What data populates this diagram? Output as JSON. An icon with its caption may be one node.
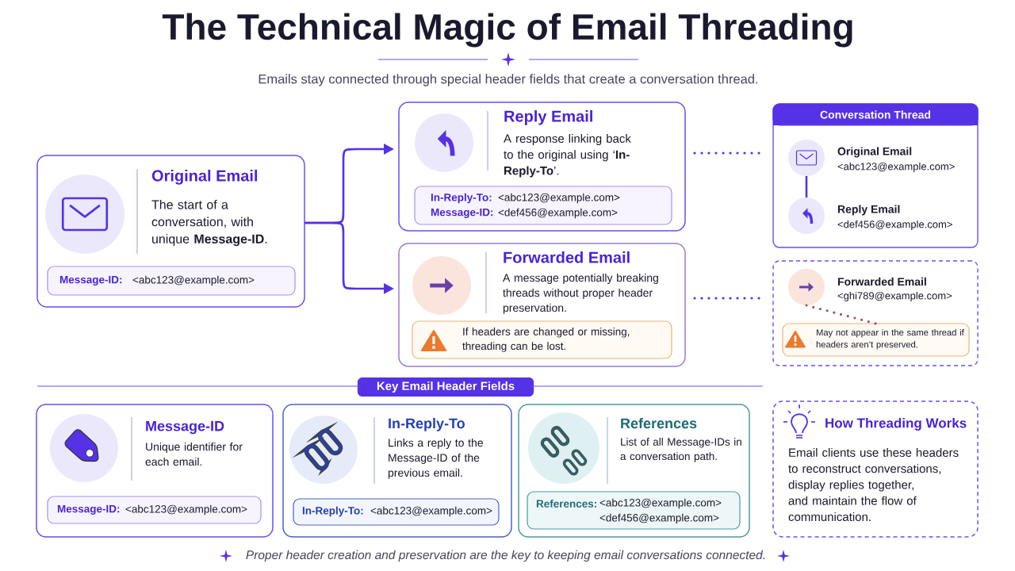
{
  "diagram": {
    "title": "The Technical Magic of Email Threading",
    "caption": "Proper header creation and preservation are the key to keeping email conversations connected.",
    "labels": [
      "Emails stay connected through special header fields that create a conversation thread."
    ],
    "nodes": [
      {
        "text": [
          "Original Email",
          "The start of a conversation, with unique **Message-ID**."
        ]
      },
      {
        "text": [
          "Message-ID:",
          "<abc123@example.com>"
        ],
        "in": 0
      },
      {
        "text": [
          "Reply Email",
          "A response linking back to the original using ‘**In-Reply-To**’."
        ]
      },
      {
        "text": [
          "In-Reply-To:",
          "<abc123@example.com>",
          "Message-ID:",
          "<def456@example.com>"
        ],
        "in": 2
      },
      {
        "text": [
          "Forwarded Email",
          "A message potentially breaking threads without proper header preservation."
        ]
      },
      {
        "text": [
          "If headers are changed or missing, threading can be lost."
        ],
        "in": 4
      },
      {
        "text": [],
        "shape": "box"
      },
      {
        "text": [
          "Conversation Thread"
        ],
        "in": 6
      },
      {
        "text": [],
        "shape": "circle",
        "in": 6,
        "beside": [
          "Original Email",
          "<abc123@example.com>"
        ]
      },
      {
        "text": [],
        "shape": "circle",
        "in": 6,
        "beside": [
          "Reply Email",
          "<def456@example.com>"
        ]
      },
      {
        "text": [],
        "shape": "box"
      },
      {
        "text": [],
        "shape": "circle",
        "in": 10,
        "beside": [
          "Forwarded Email",
          "<ghi789@example.com>"
        ]
      },
      {
        "text": [
          "May not appear in the same thread if headers aren’t preserved."
        ],
        "in": 10
      },
      {
        "text": [
          "Key Email Header Fields"
        ]
      },
      {
        "text": [
          "Message-ID",
          "Unique identifier for each email."
        ]
      },
      {
        "text": [
          "Message-ID:",
          "<abc123@example.com>"
        ],
        "in": 14
      },
      {
        "text": [
          "In-Reply-To",
          "Links a reply to the Message-ID of the previous email."
        ]
      },
      {
        "text": [
          "In-Reply-To:",
          "<abc123@example.com>"
        ],
        "in": 16
      },
      {
        "text": [
          "References",
          "List of all Message-IDs in a conversation path."
        ]
      },
      {
        "text": [
          "References:",
          "<abc123@example.com>",
          "<def456@example.com>"
        ],
        "in": 18
      },
      {
        "text": [
          "How Threading Works",
          "Email clients use these headers to reconstruct conversations, display replies together, and maintain the flow of communication."
        ]
      }
    ],
    "edges": [
      {
        "from": 0,
        "to": 2,
        "arrow": "to"
      },
      {
        "from": 0,
        "to": 4,
        "arrow": "to"
      },
      {
        "from": 2,
        "to": 6,
        "arrow": "none",
        "style": "dashed"
      },
      {
        "from": 4,
        "to": 10,
        "arrow": "none",
        "style": "dashed"
      },
      {
        "from": 8,
        "to": 9,
        "arrow": "none"
      },
      {
        "from": 11,
        "to": 12,
        "arrow": "none",
        "style": "dashed",
        "color": "#9b4f6a"
      }
    ]
  }
}
